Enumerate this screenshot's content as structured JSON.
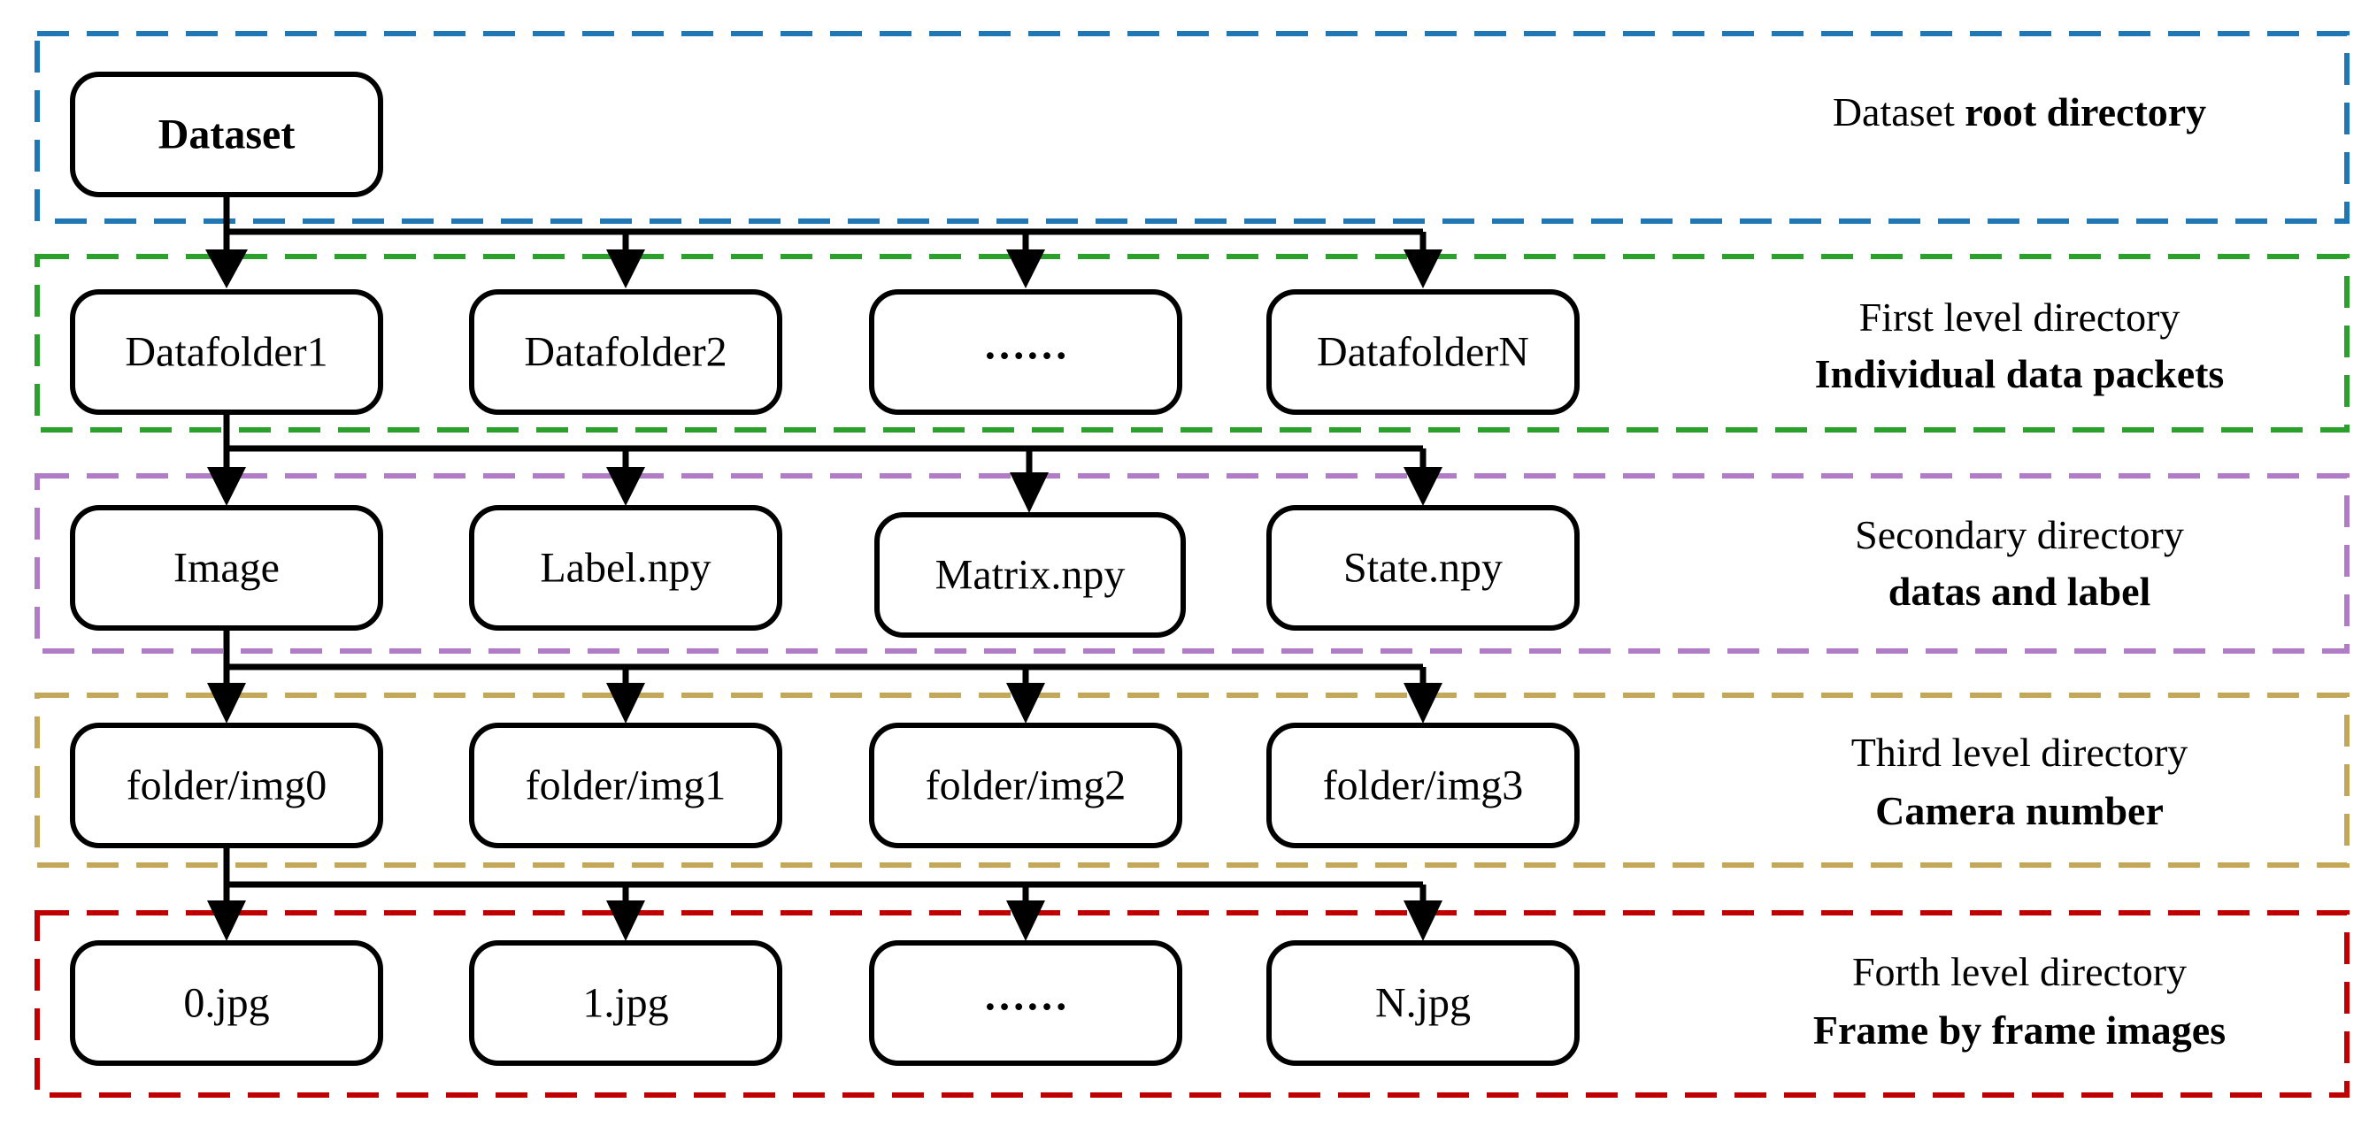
{
  "levels": [
    {
      "id": "root",
      "color": "#1f77b4",
      "caption": {
        "prefix": "Dataset ",
        "bold": "root directory"
      },
      "nodes": [
        {
          "label": "Dataset",
          "bold": true
        }
      ]
    },
    {
      "id": "first",
      "color": "#2ca02c",
      "caption": {
        "line1": "First level directory",
        "line2": "Individual data packets"
      },
      "nodes": [
        {
          "label": "Datafolder1"
        },
        {
          "label": "Datafolder2"
        },
        {
          "label": "……",
          "bold": true
        },
        {
          "label": "DatafolderN"
        }
      ]
    },
    {
      "id": "second",
      "color": "#b07cc6",
      "caption": {
        "line1": "Secondary directory",
        "line2": "datas and label"
      },
      "nodes": [
        {
          "label": "Image"
        },
        {
          "label": "Label.npy"
        },
        {
          "label": "Matrix.npy"
        },
        {
          "label": "State.npy"
        }
      ]
    },
    {
      "id": "third",
      "color": "#c4a85a",
      "caption": {
        "line1": "Third level directory",
        "line2": "Camera number"
      },
      "nodes": [
        {
          "label": "folder/img0"
        },
        {
          "label": "folder/img1"
        },
        {
          "label": "folder/img2"
        },
        {
          "label": "folder/img3"
        }
      ]
    },
    {
      "id": "fourth",
      "color": "#c00000",
      "caption": {
        "line1": "Forth level directory",
        "line2": "Frame by frame images"
      },
      "nodes": [
        {
          "label": "0.jpg"
        },
        {
          "label": "1.jpg"
        },
        {
          "label": "……",
          "bold": true
        },
        {
          "label": "N.jpg"
        }
      ]
    }
  ]
}
